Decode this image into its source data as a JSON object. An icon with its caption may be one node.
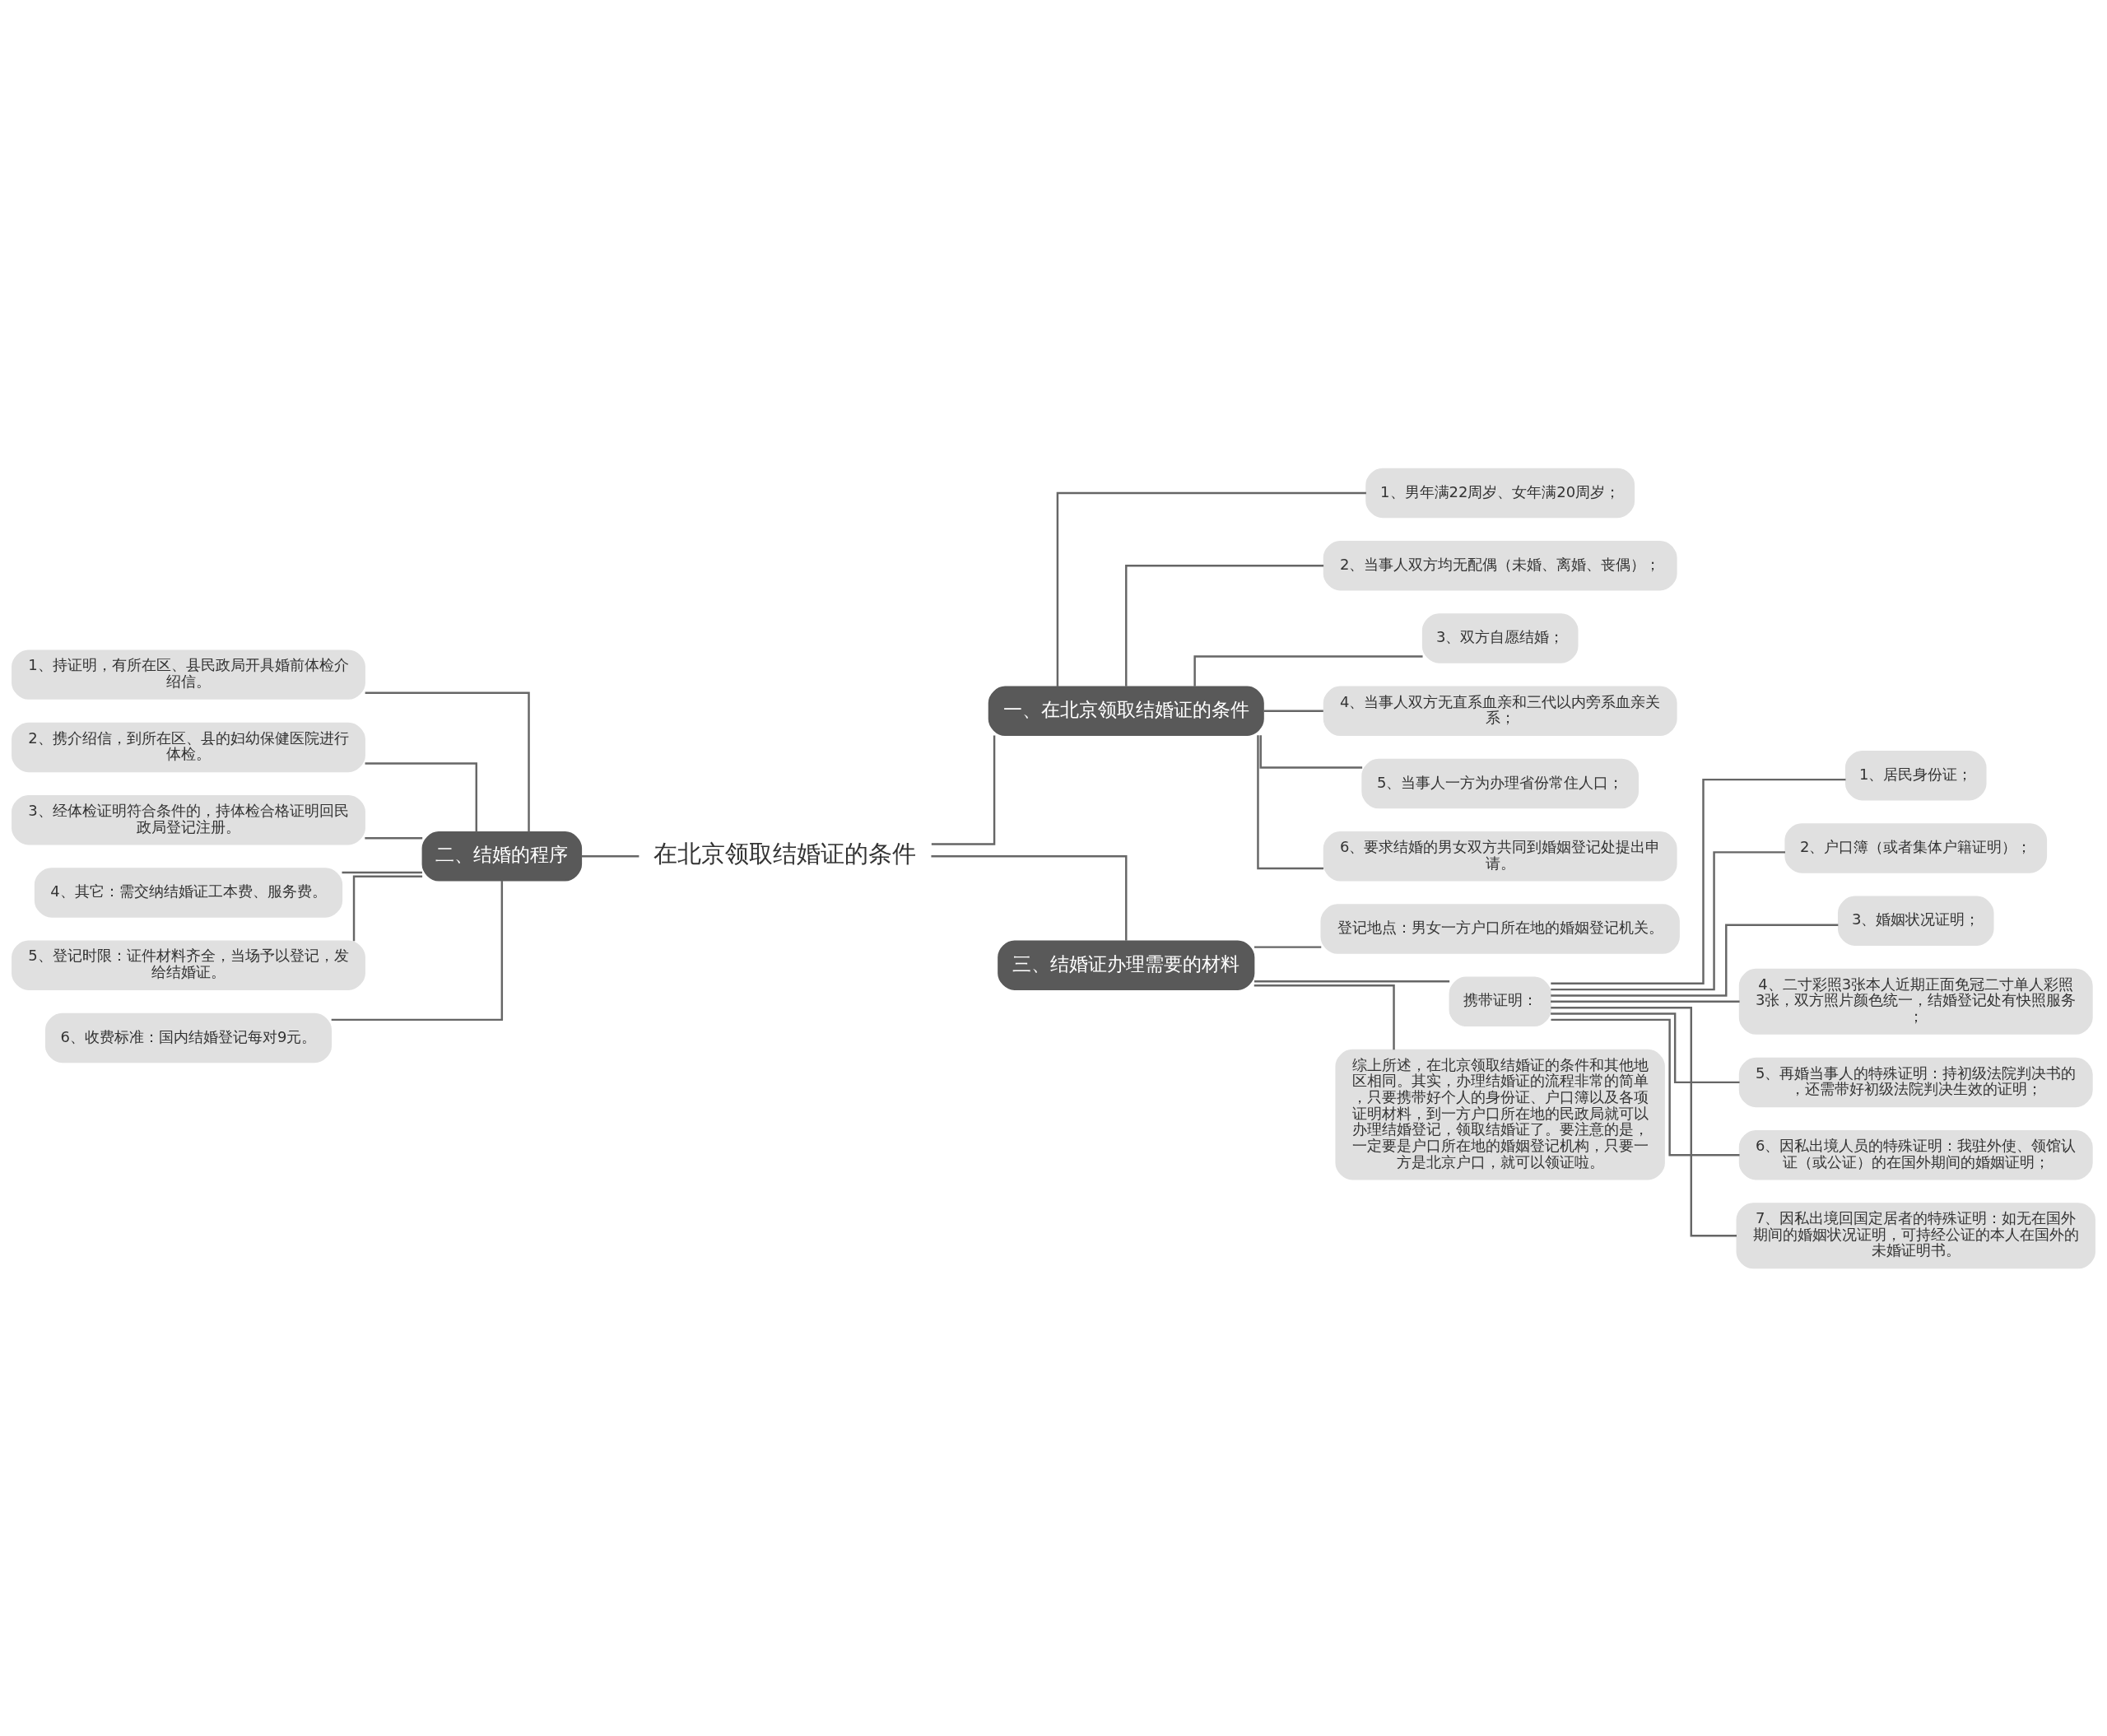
{
  "diagram": {
    "nodes": [
      {
        "text": [
          "在北京领取结婚证的条件"
        ]
      },
      {
        "text": [
          "一、在北京领取结婚证的条件"
        ]
      },
      {
        "text": [
          "1、男年满22周岁、女年满20周岁；"
        ]
      },
      {
        "text": [
          "2、当事人双方均无配偶（未婚、离婚、丧偶）；"
        ]
      },
      {
        "text": [
          "3、双方自愿结婚；"
        ]
      },
      {
        "text": [
          "4、当事人双方无直系血亲和三代以内旁系血亲关系；"
        ]
      },
      {
        "text": [
          "5、当事人一方为办理省份常住人口；"
        ]
      },
      {
        "text": [
          "6、要求结婚的男女双方共同到婚姻登记处提出申请。"
        ]
      },
      {
        "text": [
          "二、结婚的程序"
        ]
      },
      {
        "text": [
          "1、持证明，有所在区、县民政局开具婚前体检介绍信。"
        ]
      },
      {
        "text": [
          "2、携介绍信，到所在区、县的妇幼保健医院进行体检。"
        ]
      },
      {
        "text": [
          "3、经体检证明符合条件的，持体检合格证明回民政局登记注册。"
        ]
      },
      {
        "text": [
          "4、其它：需交纳结婚证工本费、服务费。"
        ]
      },
      {
        "text": [
          "5、登记时限：证件材料齐全，当场予以登记，发给结婚证。"
        ]
      },
      {
        "text": [
          "6、收费标准：国内结婚登记每对9元。"
        ]
      },
      {
        "text": [
          "三、结婚证办理需要的材料"
        ]
      },
      {
        "text": [
          "登记地点：男女一方户口所在地的婚姻登记机关。"
        ]
      },
      {
        "text": [
          "携带证明："
        ]
      },
      {
        "text": [
          "1、居民身份证；"
        ]
      },
      {
        "text": [
          "2、户口簿（或者集体户籍证明）；"
        ]
      },
      {
        "text": [
          "3、婚姻状况证明；"
        ]
      },
      {
        "text": [
          "4、二寸彩照3张本人近期正面免冠二寸单人彩照3张，双方照片颜色统一，结婚登记处有快照服务；"
        ]
      },
      {
        "text": [
          "5、再婚当事人的特殊证明：持初级法院判决书的，还需带好初级法院判决生效的证明；"
        ]
      },
      {
        "text": [
          "6、因私出境人员的特殊证明：我驻外使、领馆认证（或公证）的在国外期间的婚姻证明；"
        ]
      },
      {
        "text": [
          "7、因私出境回国定居者的特殊证明：如无在国外期间的婚姻状况证明，可持经公证的本人在国外的未婚证明书。"
        ]
      },
      {
        "text": [
          "综上所述，在北京领取结婚证的条件和其他地区相同。其实，办理结婚证的流程非常的简单，只要携带好个人的身份证、户口簿以及各项证明材料，到一方户口所在地的民政局就可以办理结婚登记，领取结婚证了。要注意的是，一定要是户口所在地的婚姻登记机构，只要一方是北京户口，就可以领证啦。"
        ]
      }
    ],
    "edges": [
      {
        "from": 0,
        "to": 1,
        "arrow": "none"
      },
      {
        "from": 1,
        "to": 2,
        "arrow": "none"
      },
      {
        "from": 1,
        "to": 3,
        "arrow": "none"
      },
      {
        "from": 1,
        "to": 4,
        "arrow": "none"
      },
      {
        "from": 1,
        "to": 5,
        "arrow": "none"
      },
      {
        "from": 1,
        "to": 6,
        "arrow": "none"
      },
      {
        "from": 1,
        "to": 7,
        "arrow": "none"
      },
      {
        "from": 0,
        "to": 8,
        "arrow": "none"
      },
      {
        "from": 8,
        "to": 9,
        "arrow": "none"
      },
      {
        "from": 8,
        "to": 10,
        "arrow": "none"
      },
      {
        "from": 8,
        "to": 11,
        "arrow": "none"
      },
      {
        "from": 8,
        "to": 12,
        "arrow": "none"
      },
      {
        "from": 8,
        "to": 13,
        "arrow": "none"
      },
      {
        "from": 8,
        "to": 14,
        "arrow": "none"
      },
      {
        "from": 0,
        "to": 15,
        "arrow": "none"
      },
      {
        "from": 15,
        "to": 16,
        "arrow": "none"
      },
      {
        "from": 15,
        "to": 17,
        "arrow": "none"
      },
      {
        "from": 17,
        "to": 18,
        "arrow": "none"
      },
      {
        "from": 17,
        "to": 19,
        "arrow": "none"
      },
      {
        "from": 17,
        "to": 20,
        "arrow": "none"
      },
      {
        "from": 17,
        "to": 21,
        "arrow": "none"
      },
      {
        "from": 17,
        "to": 22,
        "arrow": "none"
      },
      {
        "from": 17,
        "to": 23,
        "arrow": "none"
      },
      {
        "from": 17,
        "to": 24,
        "arrow": "none"
      },
      {
        "from": 15,
        "to": 25,
        "arrow": "none"
      }
    ]
  }
}
